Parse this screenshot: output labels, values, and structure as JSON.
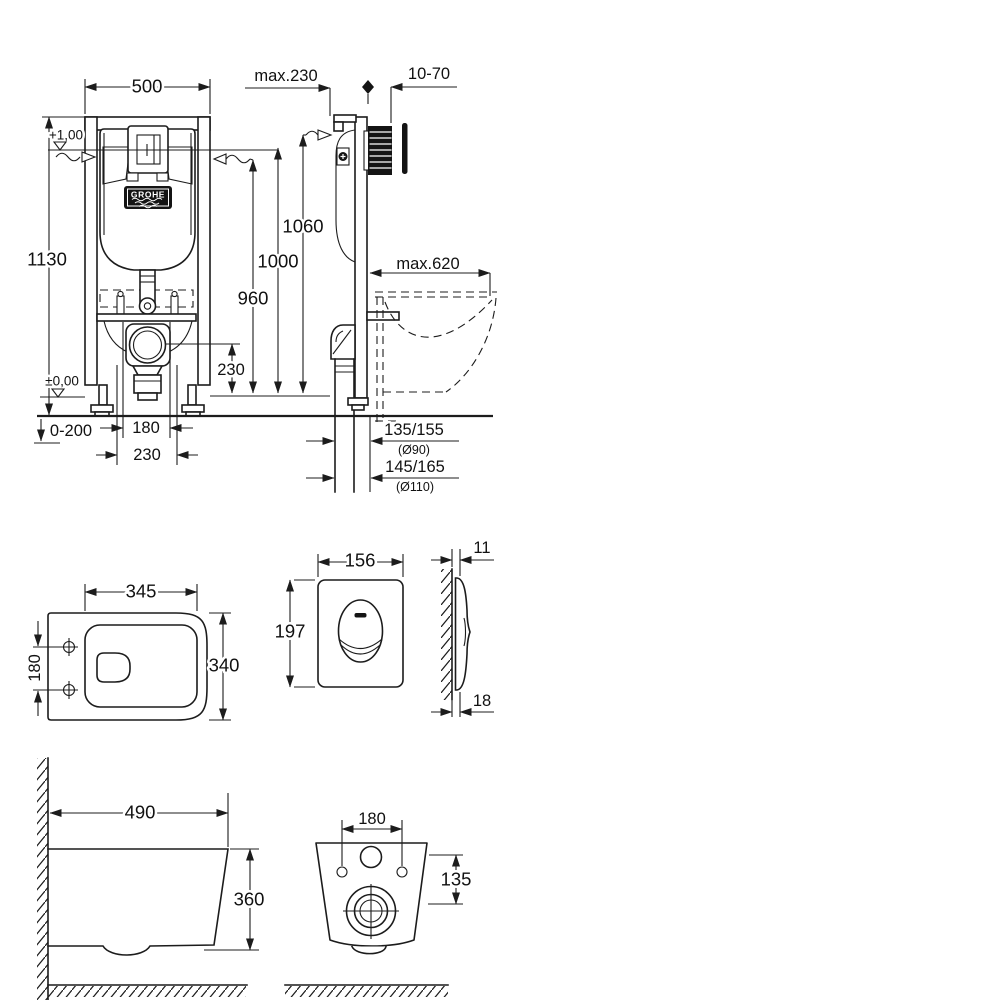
{
  "brand": "GROHE",
  "frame_front": {
    "width": "500",
    "height": "1130",
    "level_plus": "+1,00",
    "level_zero": "±0,00",
    "h960": "960",
    "h1000": "1000",
    "h1060": "1060",
    "outlet_height": "230",
    "foot_adjust": "0-200",
    "bolt_spacing": "180",
    "drain_spacing": "230"
  },
  "frame_side": {
    "max_depth": "max.230",
    "wall_thickness": "10-70",
    "bowl_reach": "max.620",
    "drain_offset_90": "135/155",
    "drain_dia_90": "(Ø90)",
    "drain_offset_110": "145/165",
    "drain_dia_110": "(Ø110)"
  },
  "bowl_top": {
    "seat_width": "345",
    "depth": "340",
    "hole_spacing": "180"
  },
  "plate_front": {
    "width": "156",
    "height": "197"
  },
  "plate_side": {
    "top_thickness": "11",
    "bottom_thickness": "18"
  },
  "bowl_side": {
    "length": "490",
    "height": "360"
  },
  "bowl_rear": {
    "hole_spacing": "180",
    "outlet_height": "135"
  }
}
